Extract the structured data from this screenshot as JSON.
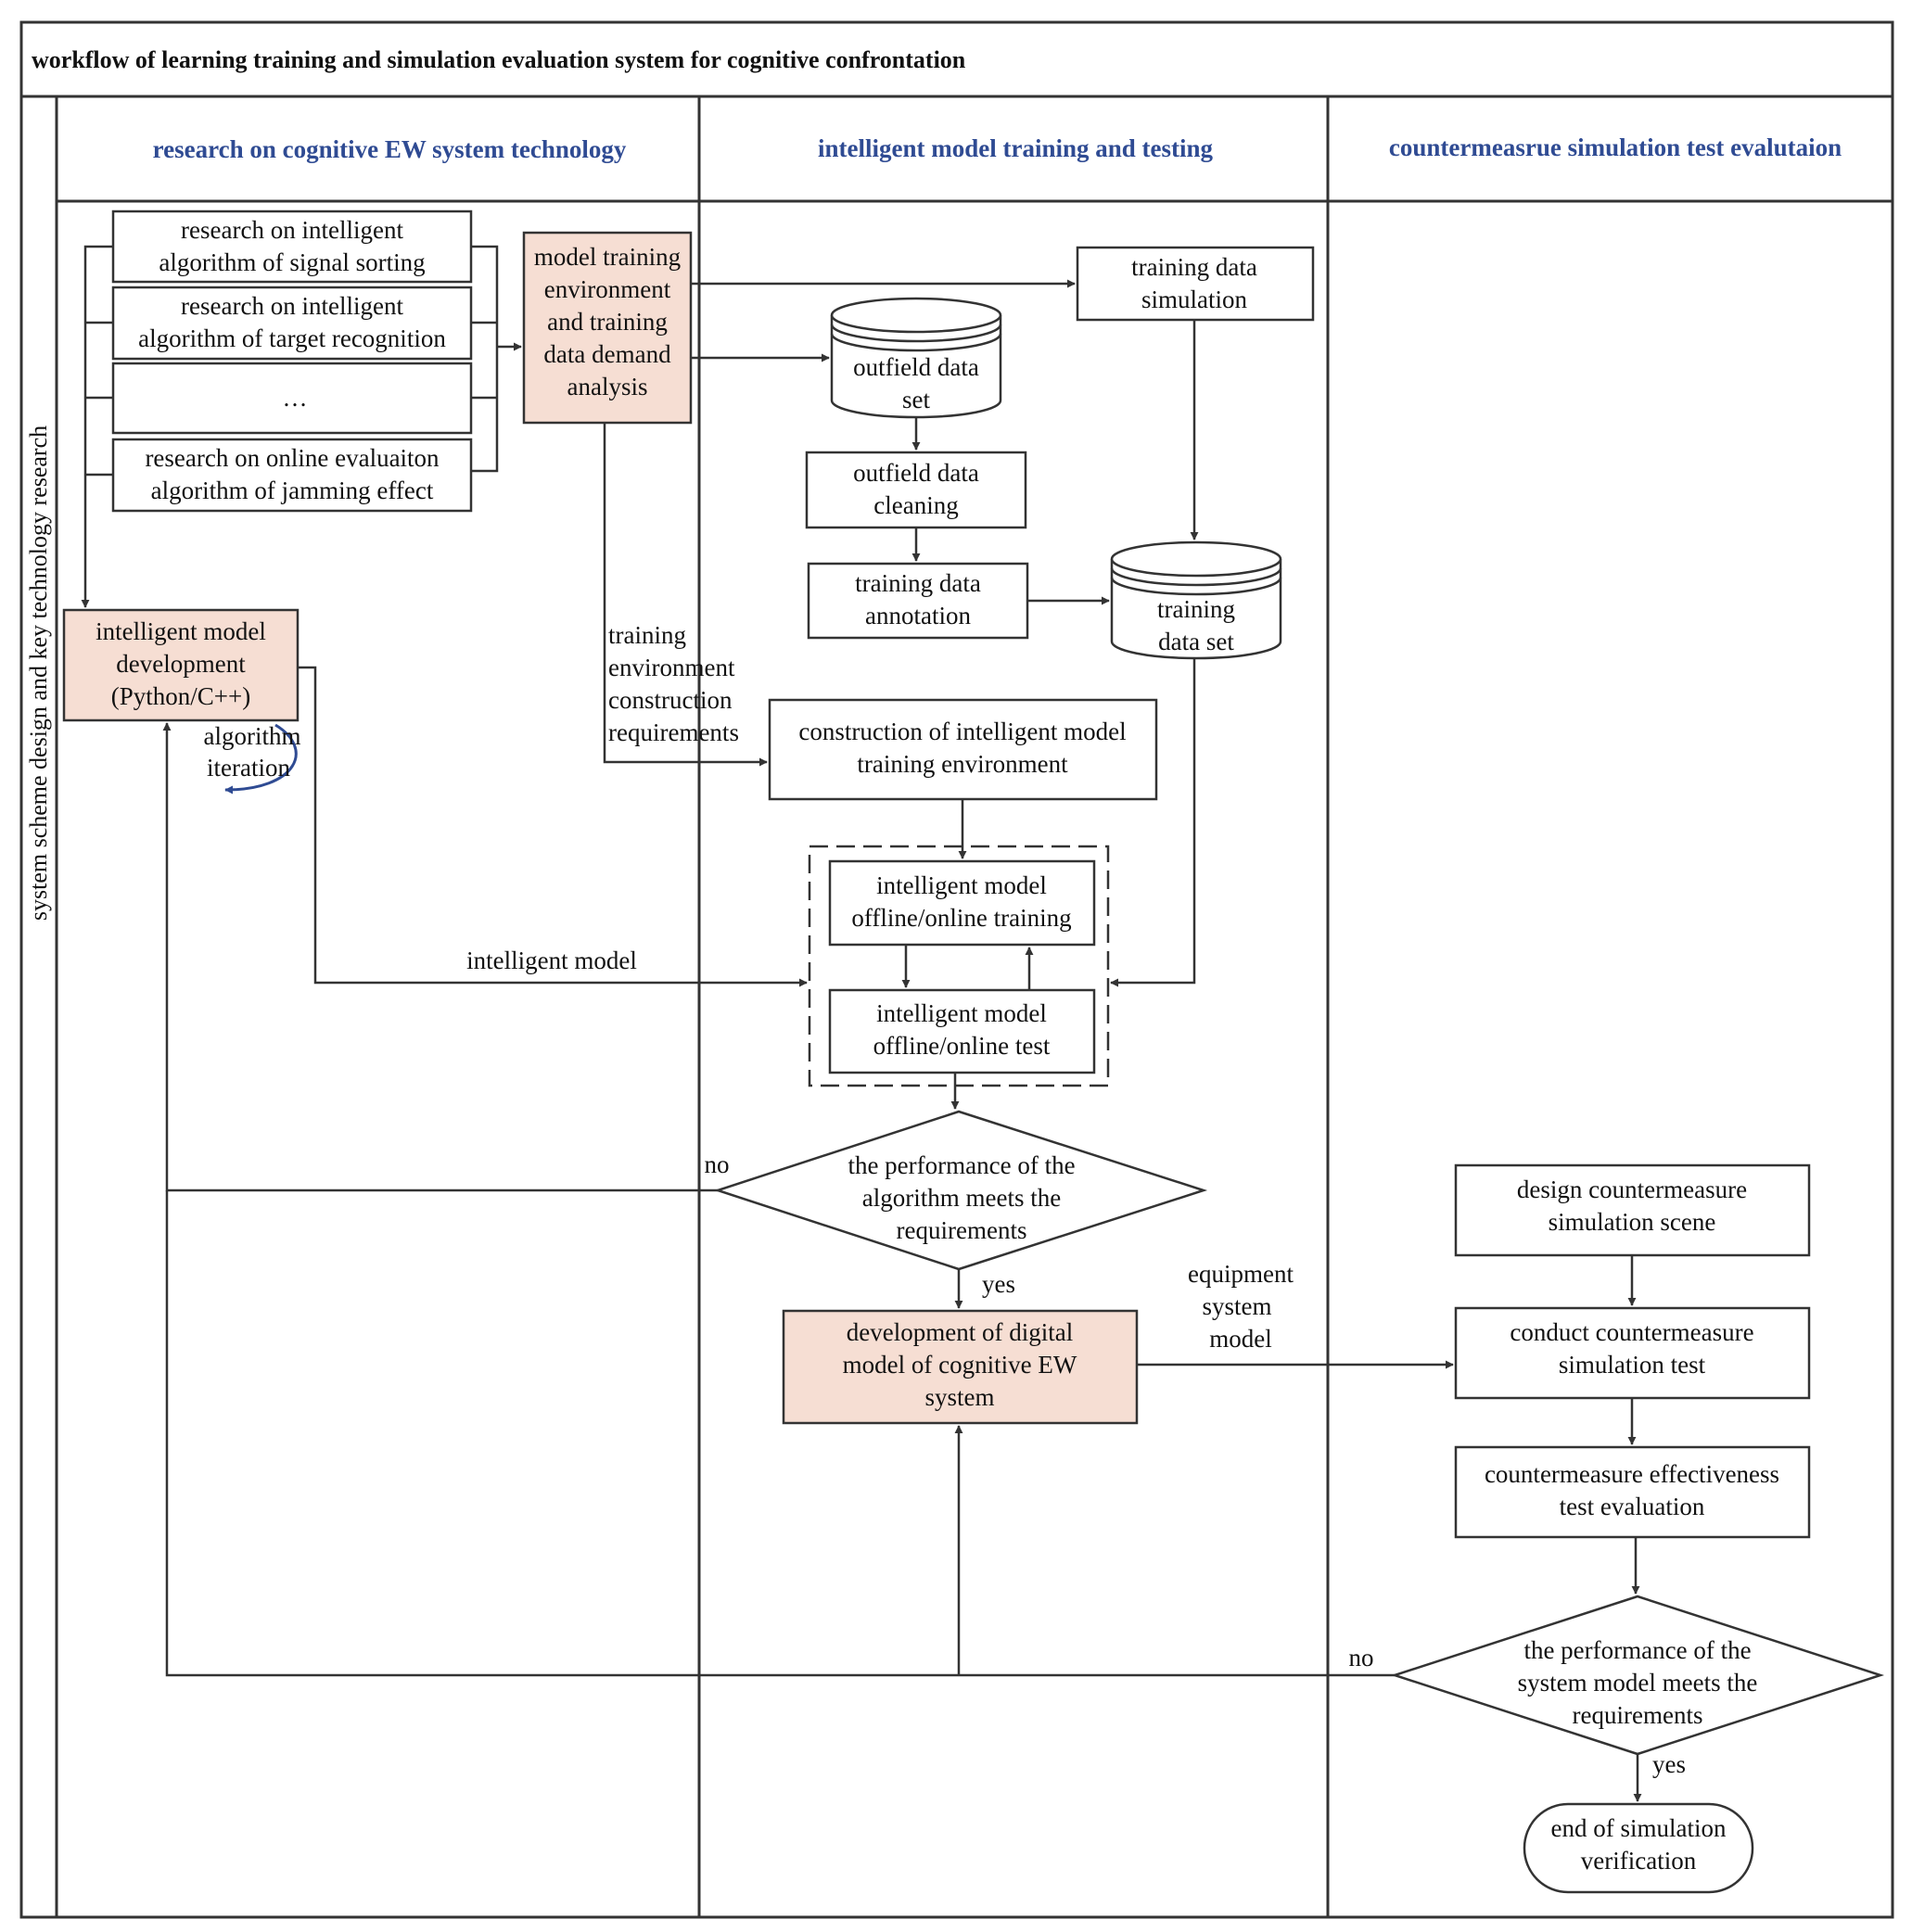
{
  "title": "workflow of learning training and simulation evaluation system for cognitive confrontation",
  "side_label": "system scheme design and key technology research",
  "lanes": [
    "research on cognitive EW system technology",
    "intelligent  model training and testing",
    "countermeasrue simulation test evalutaion"
  ],
  "nodes": {
    "r1": [
      "research on intelligent",
      "algorithm of signal sorting"
    ],
    "r2": [
      "research on intelligent",
      "algorithm of target recognition"
    ],
    "r3": [
      "…"
    ],
    "r4": [
      "research on online evaluaiton",
      "algorithm of jamming effect"
    ],
    "demand": [
      "model training",
      "environment",
      "and training",
      "data demand",
      "analysis"
    ],
    "dev": [
      "intelligent model",
      "development",
      "(Python/C++)"
    ],
    "tds": [
      "training data",
      "simulation"
    ],
    "ods": [
      "outfield data",
      "set"
    ],
    "odc": [
      "outfield data",
      "cleaning"
    ],
    "tda": [
      "training data",
      "annotation"
    ],
    "tdset": [
      "training",
      "data set"
    ],
    "cons": [
      "construction of intelligent model",
      "training environment"
    ],
    "train": [
      "intelligent model",
      "offline/online training"
    ],
    "test": [
      "intelligent model",
      "offline/online test"
    ],
    "dec1": [
      "the performance of the",
      "algorithm meets the",
      "requirements"
    ],
    "digital": [
      "development of digital",
      "model of cognitive EW",
      "system"
    ],
    "design": [
      "design countermeasure",
      "simulation scene"
    ],
    "conduct": [
      "conduct countermeasure",
      "simulation test"
    ],
    "eval": [
      "countermeasure effectiveness",
      "test evaluation"
    ],
    "dec2": [
      "the performance of the",
      "system model meets the",
      "requirements"
    ],
    "end": [
      "end of simulation",
      "verification"
    ]
  },
  "labels": {
    "alg_iter": [
      "algorithm",
      "iteration"
    ],
    "env_req": [
      "training",
      "environment",
      "construction",
      "requirements"
    ],
    "intel_model": "intelligent model",
    "no1": "no",
    "yes1": "yes",
    "equip": [
      "equipment",
      "system",
      "model"
    ],
    "no2": "no",
    "yes2": "yes"
  },
  "colors": {
    "highlight_fill": "#f6ded3",
    "lane_title": "#2f4b93",
    "loop_arrow": "#2f4b93",
    "line": "#333333"
  }
}
